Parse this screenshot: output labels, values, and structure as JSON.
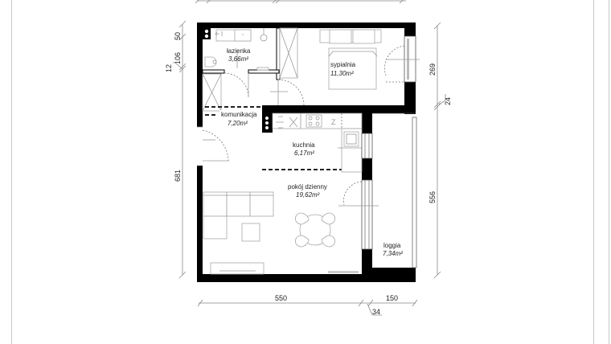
{
  "plan": {
    "rooms": [
      {
        "id": "lazienka",
        "name": "łazienka",
        "area": "3,66m²"
      },
      {
        "id": "sypialnia",
        "name": "sypialnia",
        "area": "11,30m²"
      },
      {
        "id": "komunikacja",
        "name": "komunikacja",
        "area": "7,20m²"
      },
      {
        "id": "kuchnia",
        "name": "kuchnia",
        "area": "6,17m²"
      },
      {
        "id": "pokoj-dzienny",
        "name": "pokój dzienny",
        "area": "19,62m²"
      },
      {
        "id": "loggia",
        "name": "loggia",
        "area": "7,34m²"
      }
    ],
    "dimensions": {
      "left": [
        "50",
        "106",
        "12",
        "681"
      ],
      "right": [
        "269",
        "24",
        "556"
      ],
      "bottom": [
        "550",
        "34",
        "150"
      ]
    },
    "kitchen_fridge_label": "Z"
  },
  "colors": {
    "wall": "#000000",
    "line": "#9a9a9a",
    "background": "#ffffff"
  }
}
